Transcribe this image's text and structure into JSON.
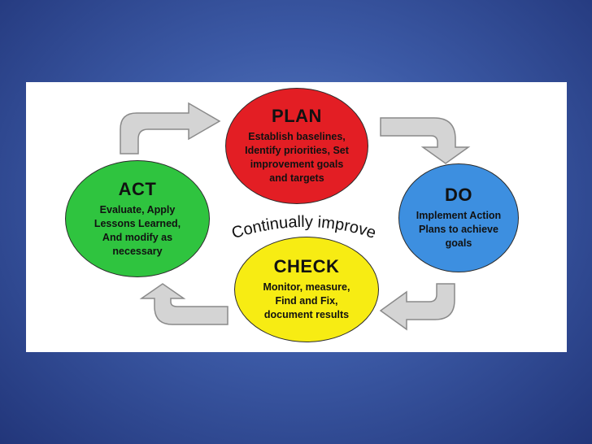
{
  "diagram": {
    "center_label": "Continually improve",
    "nodes": {
      "plan": {
        "title": "PLAN",
        "lines": [
          "Establish baselines,",
          "Identify priorities, Set",
          "improvement goals",
          "and targets"
        ],
        "color": "#e31e24"
      },
      "do": {
        "title": "DO",
        "lines": [
          "Implement Action",
          "Plans to achieve",
          "goals"
        ],
        "color": "#3d8fe0"
      },
      "check": {
        "title": "CHECK",
        "lines": [
          "Monitor, measure,",
          "Find and Fix,",
          "document results"
        ],
        "color": "#f7ec13"
      },
      "act": {
        "title": "ACT",
        "lines": [
          "Evaluate, Apply",
          "Lessons Learned,",
          "And modify as",
          "necessary"
        ],
        "color": "#2fc43f"
      }
    },
    "colors": {
      "arrow_fill": "#d4d4d4",
      "arrow_stroke": "#8a8a8a",
      "background_top": "#5b7ec4",
      "background_edge": "#22367a"
    }
  }
}
